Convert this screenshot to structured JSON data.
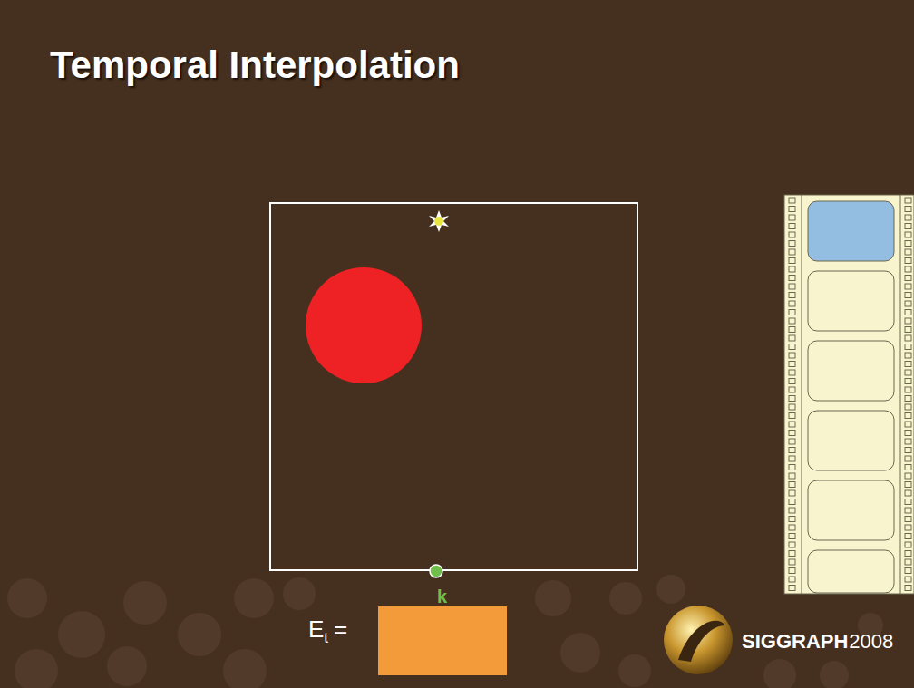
{
  "diagram": {
    "title": "Temporal Interpolation",
    "labels": [
      "k",
      "E",
      "t",
      "=",
      "SIGGRAPH",
      "2008"
    ]
  }
}
